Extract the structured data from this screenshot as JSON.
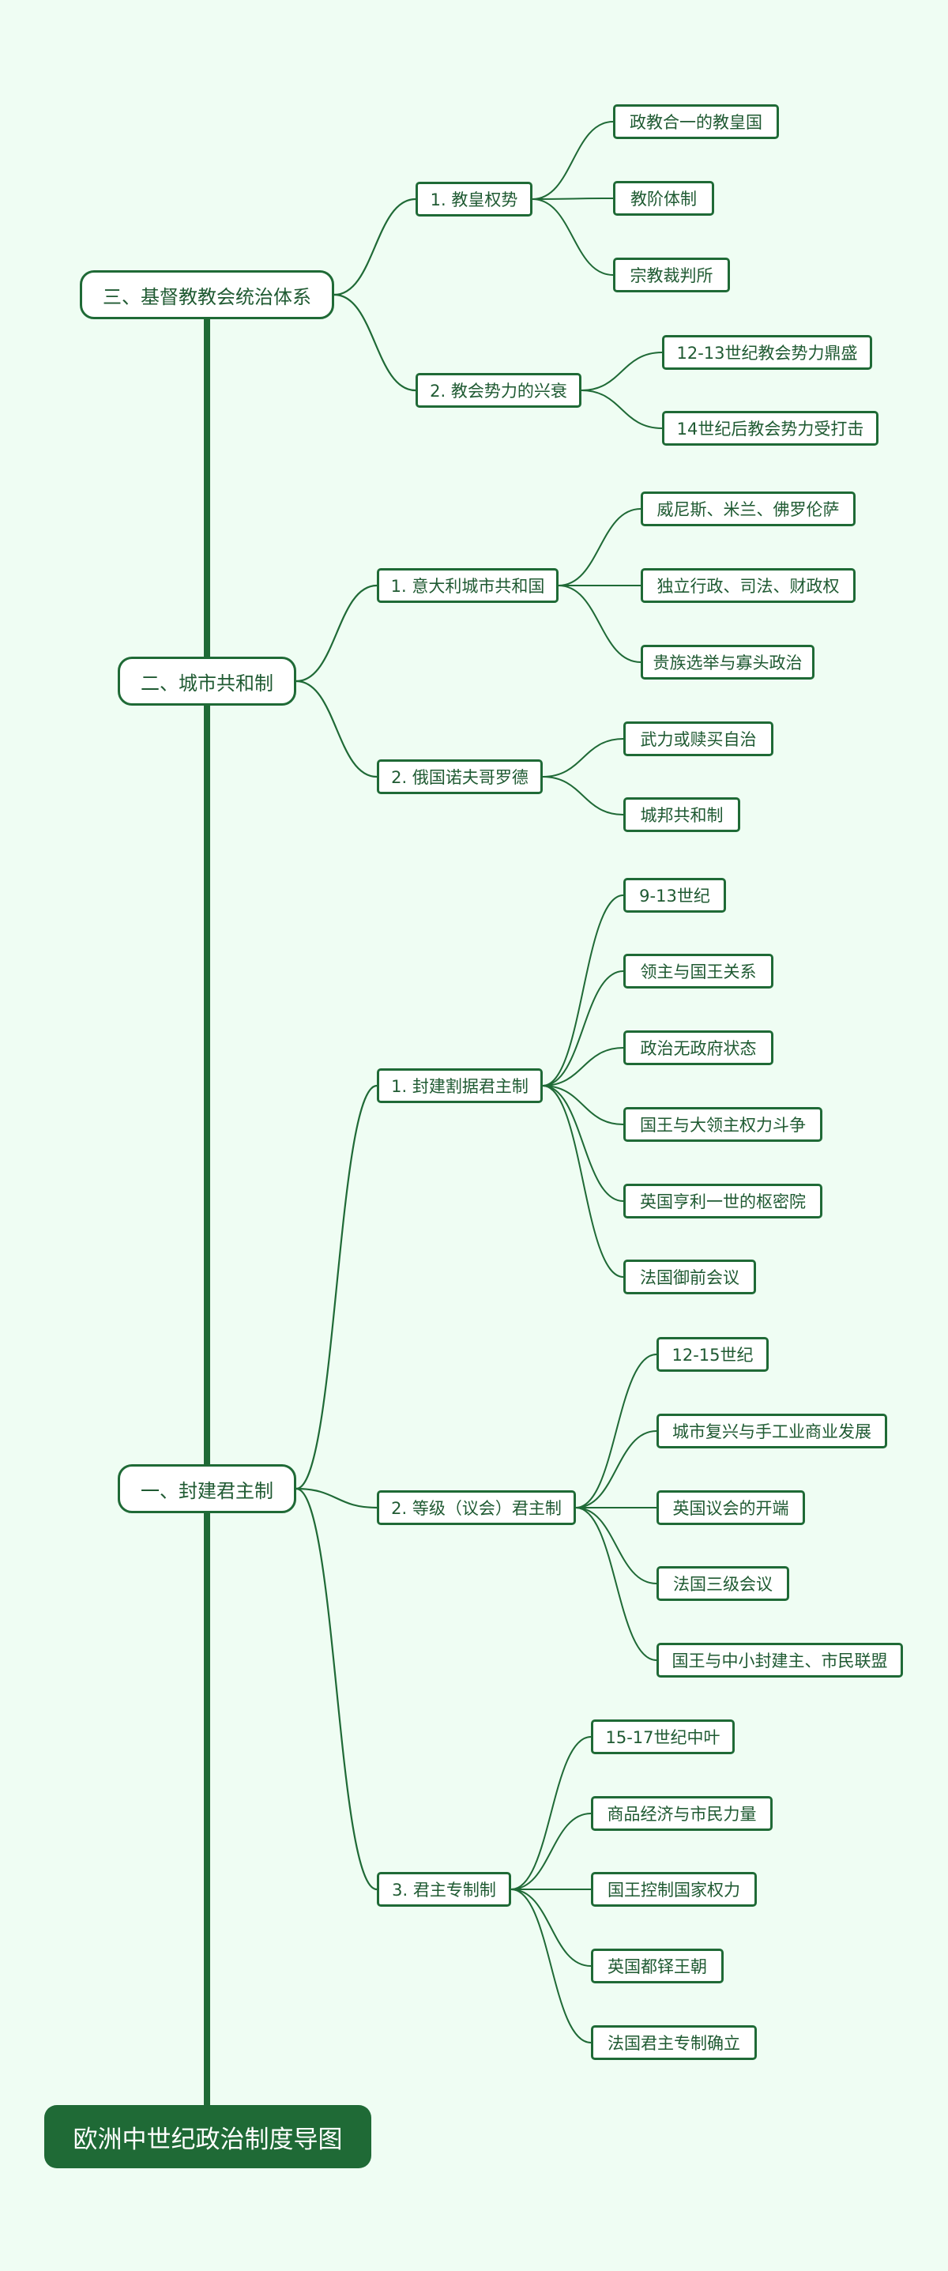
{
  "root": {
    "label": "欧洲中世纪政治制度导图"
  },
  "colors": {
    "background": "#effdf3",
    "primary": "#1f6a36",
    "node_text": "#1f5a32",
    "node_fill": "#ffffff"
  },
  "branches": [
    {
      "label": "三、基督教教会统治体系",
      "children": [
        {
          "label": "1. 教皇权势",
          "children": [
            "政教合一的教皇国",
            "教阶体制",
            "宗教裁判所"
          ]
        },
        {
          "label": "2. 教会势力的兴衰",
          "children": [
            "12-13世纪教会势力鼎盛",
            "14世纪后教会势力受打击"
          ]
        }
      ]
    },
    {
      "label": "二、城市共和制",
      "children": [
        {
          "label": "1. 意大利城市共和国",
          "children": [
            "威尼斯、米兰、佛罗伦萨",
            "独立行政、司法、财政权",
            "贵族选举与寡头政治"
          ]
        },
        {
          "label": "2. 俄国诺夫哥罗德",
          "children": [
            "武力或赎买自治",
            "城邦共和制"
          ]
        }
      ]
    },
    {
      "label": "一、封建君主制",
      "children": [
        {
          "label": "1. 封建割据君主制",
          "children": [
            "9-13世纪",
            "领主与国王关系",
            "政治无政府状态",
            "国王与大领主权力斗争",
            "英国亨利一世的枢密院",
            "法国御前会议"
          ]
        },
        {
          "label": "2. 等级（议会）君主制",
          "children": [
            "12-15世纪",
            "城市复兴与手工业商业发展",
            "英国议会的开端",
            "法国三级会议",
            "国王与中小封建主、市民联盟"
          ]
        },
        {
          "label": "3. 君主专制制",
          "children": [
            "15-17世纪中叶",
            "商品经济与市民力量",
            "国王控制国家权力",
            "英国都铎王朝",
            "法国君主专制确立"
          ]
        }
      ]
    }
  ]
}
